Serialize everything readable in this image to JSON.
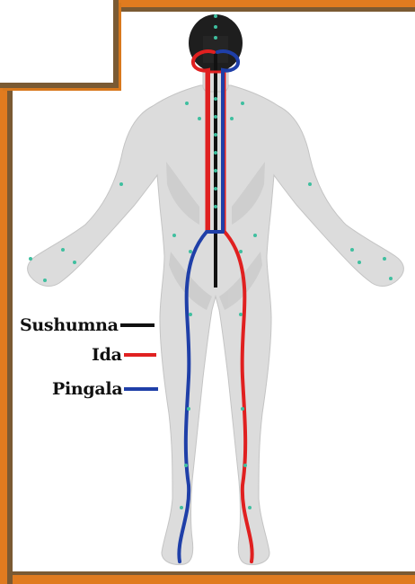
{
  "legend": {
    "items": [
      {
        "label": "Sushumna",
        "color": "#111111"
      },
      {
        "label": "Ida",
        "color": "#e02020"
      },
      {
        "label": "Pingala",
        "color": "#1f3fa8"
      }
    ]
  },
  "colors": {
    "frame_orange": "#e07b1f",
    "frame_brown": "#7a5a33",
    "body_gray": "#d9d9d9",
    "head_dark": "#1e1e1e",
    "node_teal": "#3fbf9f"
  }
}
